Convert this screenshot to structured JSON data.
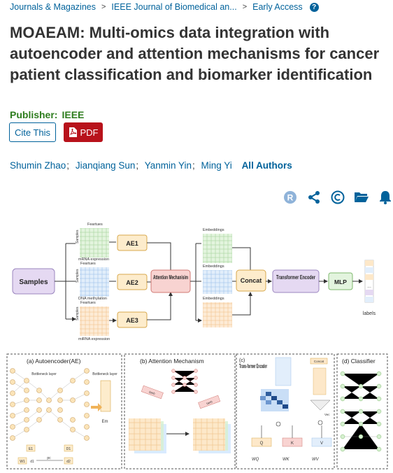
{
  "breadcrumb": [
    {
      "label": "Journals & Magazines"
    },
    {
      "label": "IEEE Journal of Biomedical an..."
    },
    {
      "label": "Early Access"
    }
  ],
  "title": "MOAEAM: Multi-omics data integration with autoencoder and attention mechanisms for cancer patient classification and biomarker identification",
  "publisher": {
    "label": "Publisher:",
    "value": "IEEE"
  },
  "buttons": {
    "cite": "Cite This",
    "pdf": "PDF"
  },
  "authors": [
    "Shumin Zhao",
    "Jianqiang Sun",
    "Yanmin Yin",
    "Ming Yi"
  ],
  "all_authors": "All Authors",
  "toolbar_icons": [
    "rights-icon",
    "share-icon",
    "copyright-icon",
    "folder-icon",
    "bell-icon"
  ],
  "colors": {
    "link": "#00629b",
    "pdf_bg": "#b8121b",
    "publisher": "#2e7d1e"
  },
  "figure": {
    "samples": "Samples",
    "axis_features": "Feartues",
    "axis_samples": "Samples",
    "omics": [
      "mRNA expression",
      "DNA methylation",
      "miRNA expression"
    ],
    "ae": [
      "AE1",
      "AE2",
      "AE3"
    ],
    "attention": "Attention Mechanisim",
    "embeddings": "Embeddings",
    "concat": "Concat",
    "transformer": "Transformer Encoder",
    "mlp": "MLP",
    "labels": "labels",
    "ellipsis": "...",
    "panels": {
      "a_title": "(a) Autoencoder(AE)",
      "a_bottleneck": "Bottleneck layer",
      "a_bottleneck2": "Bottleneck layer",
      "a_pc": "pc",
      "a_e1": "E1",
      "a_d1": "d1",
      "a_d1b": "D1",
      "a_w1": "W1",
      "a_d2": "d2",
      "a_em": "Em",
      "b_title": "(b) Attention Mechanism",
      "b_tanh": "tanh",
      "c_title": "(c)",
      "c_title2": "Trans-former Encoder",
      "c_q": "Q",
      "c_k": "K",
      "c_v": "V",
      "c_wq": "WQ",
      "c_wk": "WK",
      "c_wv": "WV",
      "c_concat": "Concat",
      "c_vec": "Vec",
      "d_title": "(d) Classifier"
    }
  }
}
